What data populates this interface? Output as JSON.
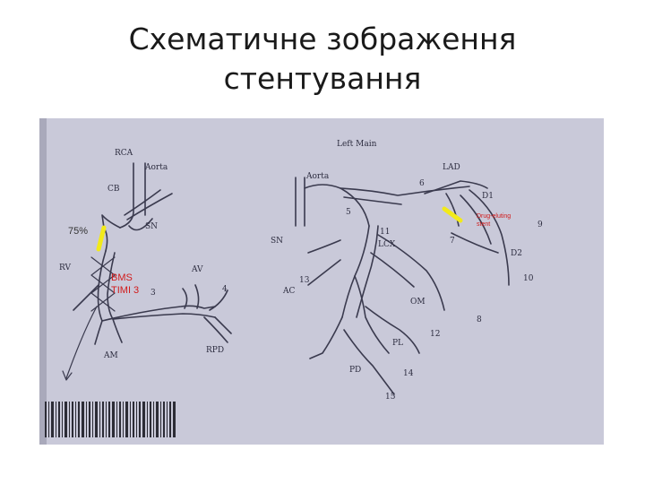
{
  "slide": {
    "title_line1": "Схематичне зображення",
    "title_line2": "стентування"
  },
  "diagram": {
    "labels": {
      "rca": "RCA",
      "aorta_left": "Aorta",
      "cb": "CB",
      "sn_left": "SN",
      "rv": "RV",
      "av": "AV",
      "seg3": "3",
      "seg4": "4",
      "am": "AM",
      "rpd": "RPD",
      "left_main": "Left Main",
      "lad": "LAD",
      "aorta_right": "Aorta",
      "seg6": "6",
      "d1": "D1",
      "seg5": "5",
      "seg11": "11",
      "lcx": "LCX",
      "seg7": "7",
      "seg9": "9",
      "d2": "D2",
      "seg10": "10",
      "sn_right": "SN",
      "ac": "AC",
      "seg13": "13",
      "om": "OM",
      "seg12": "12",
      "seg8": "8",
      "pl": "PL",
      "pd": "PD",
      "seg14": "14",
      "seg15": "15"
    },
    "annotations": {
      "stenosis_percent": "75%",
      "stent_type": "BMS",
      "flow": "TIMI 3",
      "lad_stent_line1": "Drug-eluting",
      "lad_stent_line2": "stent"
    },
    "colors": {
      "background_photo": "#c9c9d9",
      "vessel_lines": "#3a3a4e",
      "lesion_marker": "#f2ea1a",
      "annotation_red": "#d21a1a"
    }
  }
}
